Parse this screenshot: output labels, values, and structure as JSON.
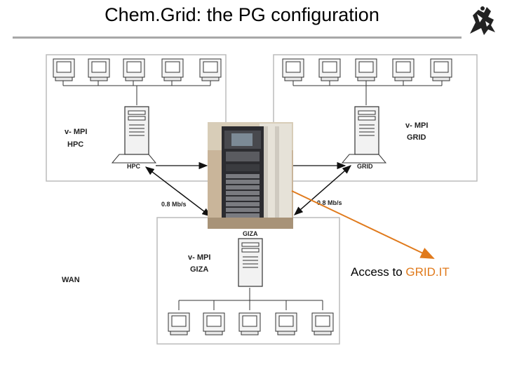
{
  "slide": {
    "title": "Chem.Grid: the PG configuration"
  },
  "diagram": {
    "left_cluster": {
      "line1": "v- MPI",
      "line2": "HPC",
      "node": "HPC"
    },
    "right_cluster": {
      "line1": "v- MPI",
      "line2": "GRID",
      "node": "GRID"
    },
    "bottom_cluster": {
      "line1": "v- MPI",
      "line2": "GIZA",
      "node": "GIZA"
    },
    "links": {
      "left_speed": "0.8 Mb/s",
      "right_speed": "0.8 Mb/s"
    },
    "wan_label": "WAN"
  },
  "callout": {
    "prefix": "Access to ",
    "highlight": "GRID.IT",
    "arrow_color": "#e07a1c"
  },
  "colors": {
    "title_rule": "#a8a8a8",
    "highlight": "#e07a1c"
  }
}
